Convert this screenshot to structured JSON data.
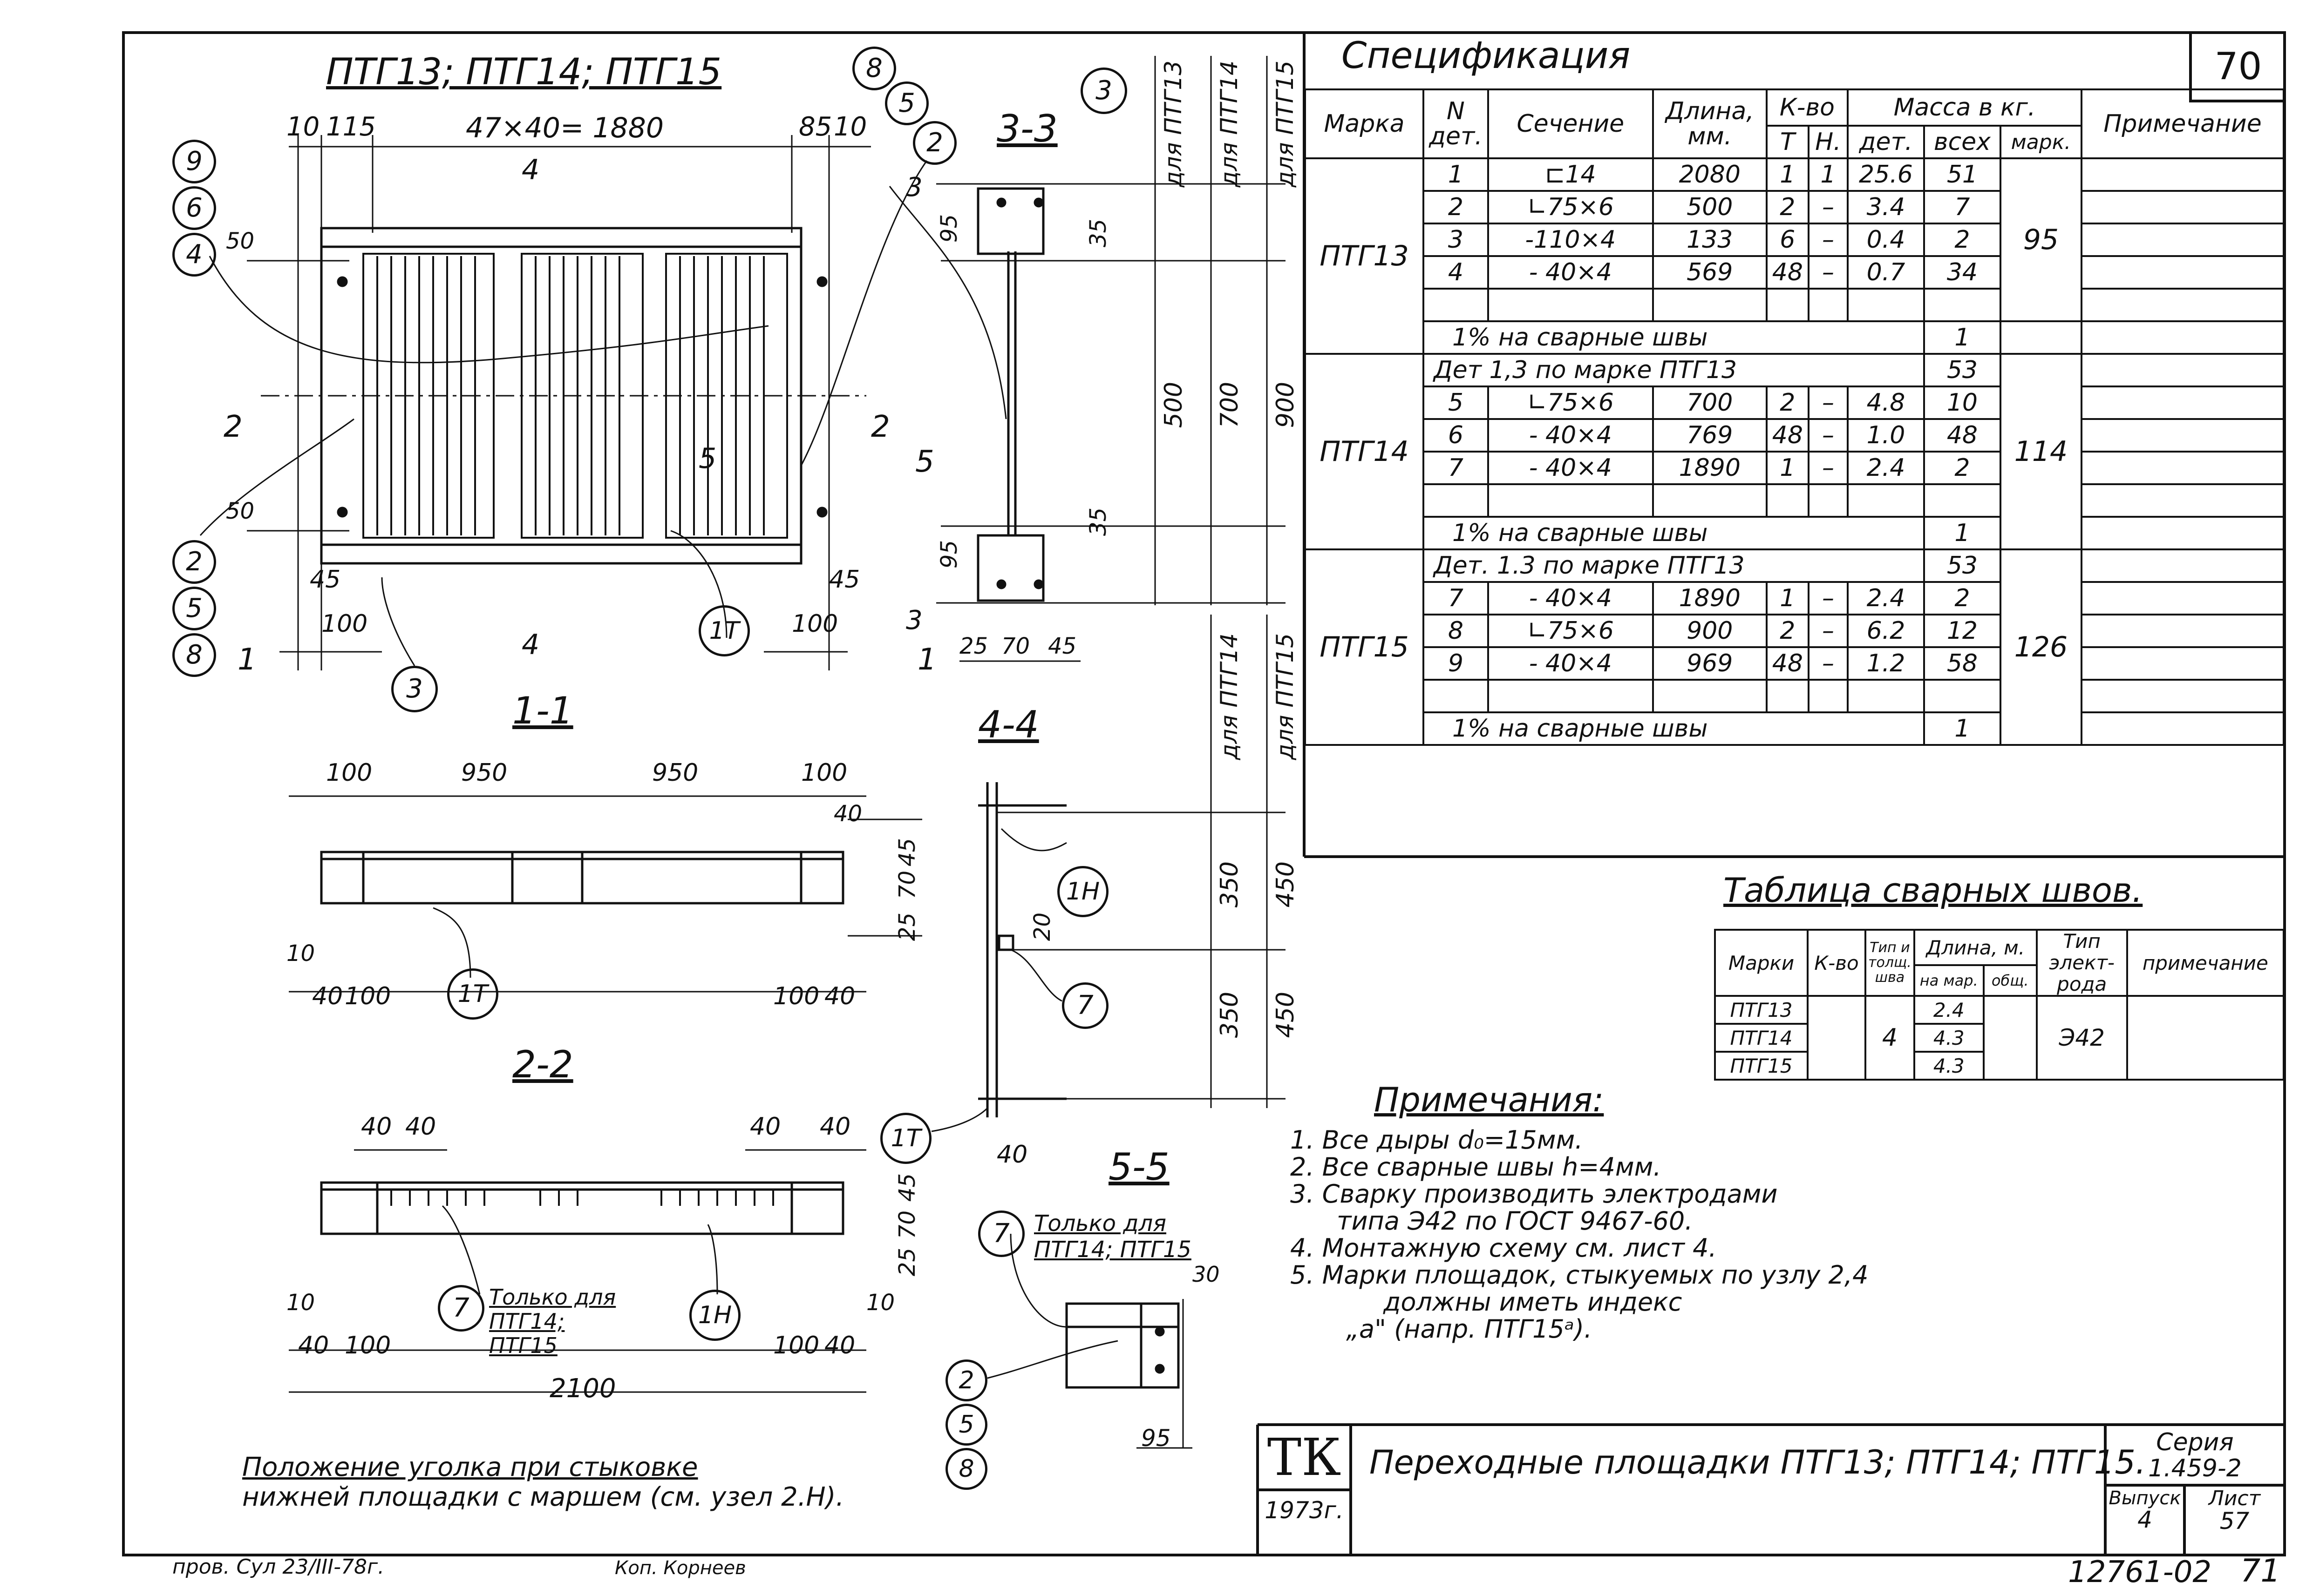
{
  "sheet_number_top": "70",
  "plan": {
    "title": "ПТГ13; ПТГ14; ПТГ15",
    "dims_top": [
      "10",
      "115",
      "47×40= 1880",
      "85",
      "10"
    ],
    "dims_bottom": [
      "45",
      "100",
      "45",
      "100"
    ],
    "dims_side": [
      "50",
      "50"
    ],
    "section_marks": [
      "4",
      "4",
      "2",
      "2",
      "5",
      "5",
      "1",
      "1",
      "3",
      "3"
    ],
    "callouts": [
      "9",
      "6",
      "4",
      "2",
      "5",
      "8",
      "1Т",
      "3",
      "8",
      "5",
      "2",
      "3"
    ]
  },
  "section_1_1": {
    "title": "1-1",
    "dims_top": [
      "100",
      "950",
      "950",
      "100"
    ],
    "dims_bottom": [
      "40",
      "100",
      "100",
      "40"
    ],
    "dims_right": [
      "40",
      "45",
      "70",
      "25"
    ],
    "dim_left": "10",
    "callouts": [
      "1Т"
    ]
  },
  "section_2_2": {
    "title": "2-2",
    "dims_top": [
      "40",
      "40",
      "40",
      "40"
    ],
    "dims_right": [
      "45",
      "70",
      "25"
    ],
    "dims_bottom": [
      "40",
      "100",
      "100",
      "40"
    ],
    "dim_total": "2100",
    "dims_side": [
      "10",
      "10"
    ],
    "callouts": [
      "7",
      "1Н"
    ],
    "note": "Только для ПТГ14; ПТГ15"
  },
  "section_3_3": {
    "title": "3-3",
    "dims": [
      "95",
      "35",
      "95",
      "35",
      "500",
      "700",
      "900",
      "25",
      "70",
      "45"
    ],
    "column_labels": [
      "для ПТГ13",
      "для ПТГ14",
      "для ПТГ15"
    ],
    "callouts": [
      "3"
    ]
  },
  "section_4_4": {
    "title": "4-4",
    "dims": [
      "350",
      "450",
      "350",
      "450",
      "20",
      "40"
    ],
    "column_labels": [
      "для ПТГ14",
      "для ПТГ15"
    ],
    "callouts": [
      "1Н",
      "7",
      "1Т"
    ]
  },
  "section_5_5": {
    "title": "5-5",
    "note": "Только для ПТГ14; ПТГ15",
    "dims": [
      "30",
      "95"
    ],
    "callouts": [
      "7",
      "2",
      "5",
      "8"
    ]
  },
  "bottom_caption": {
    "line1": "Положение уголка при стыковке",
    "line2": "нижней площадки с маршем (см. узел 2.Н)."
  },
  "spec": {
    "title": "Спецификация",
    "headers": {
      "mark": "Марка",
      "det_no": "N дет.",
      "section": "Сечение",
      "length": "Длина, мм.",
      "qty": "К-во",
      "qty_t": "Т",
      "qty_n": "Н.",
      "mass": "Масса в кг.",
      "mass_det": "дет.",
      "mass_all": "всех",
      "mass_mark": "марк.",
      "note": "Примечание"
    },
    "groups": [
      {
        "mark": "ПТГ13",
        "total": "95",
        "rows": [
          {
            "n": "1",
            "section": "⊏14",
            "length": "2080",
            "t": "1",
            "h": "1",
            "det": "25.6",
            "all": "51"
          },
          {
            "n": "2",
            "section": "∟75×6",
            "length": "500",
            "t": "2",
            "h": "–",
            "det": "3.4",
            "all": "7"
          },
          {
            "n": "3",
            "section": "-110×4",
            "length": "133",
            "t": "6",
            "h": "–",
            "det": "0.4",
            "all": "2"
          },
          {
            "n": "4",
            "section": "- 40×4",
            "length": "569",
            "t": "48",
            "h": "–",
            "det": "0.7",
            "all": "34"
          }
        ],
        "footer": {
          "text": "1% на сварные швы",
          "all": "1"
        }
      },
      {
        "mark": "ПТГ14",
        "total": "114",
        "subheader": {
          "text": "Дет 1,3 по марке ПТГ13",
          "all": "53"
        },
        "rows": [
          {
            "n": "5",
            "section": "∟75×6",
            "length": "700",
            "t": "2",
            "h": "–",
            "det": "4.8",
            "all": "10"
          },
          {
            "n": "6",
            "section": "- 40×4",
            "length": "769",
            "t": "48",
            "h": "–",
            "det": "1.0",
            "all": "48"
          },
          {
            "n": "7",
            "section": "- 40×4",
            "length": "1890",
            "t": "1",
            "h": "–",
            "det": "2.4",
            "all": "2"
          }
        ],
        "footer": {
          "text": "1% на сварные швы",
          "all": "1"
        }
      },
      {
        "mark": "ПТГ15",
        "total": "126",
        "subheader": {
          "text": "Дет. 1.3 по марке ПТГ13",
          "all": "53"
        },
        "rows": [
          {
            "n": "7",
            "section": "- 40×4",
            "length": "1890",
            "t": "1",
            "h": "–",
            "det": "2.4",
            "all": "2"
          },
          {
            "n": "8",
            "section": "∟75×6",
            "length": "900",
            "t": "2",
            "h": "–",
            "det": "6.2",
            "all": "12"
          },
          {
            "n": "9",
            "section": "- 40×4",
            "length": "969",
            "t": "48",
            "h": "–",
            "det": "1.2",
            "all": "58"
          }
        ],
        "footer": {
          "text": "1% на сварные швы",
          "all": "1"
        }
      }
    ]
  },
  "weld_table": {
    "title": "Таблица сварных швов.",
    "headers": [
      "Марки",
      "К-во",
      "Тип и толщ. шва",
      "Длина, м.",
      "на мар.",
      "общ.",
      "Тип элект-рода",
      "примечание"
    ],
    "rows": [
      {
        "mark": "ПТГ13",
        "len": "2.4"
      },
      {
        "mark": "ПТГ14",
        "len": "4.3"
      },
      {
        "mark": "ПТГ15",
        "len": "4.3"
      }
    ],
    "weld_type": "4",
    "electrode": "Э42"
  },
  "notes": {
    "title": "Примечания:",
    "items": [
      "1. Все дыры d₀=15мм.",
      "2. Все сварные швы h=4мм.",
      "3. Сварку производить электродами",
      "типа Э42 по ГОСТ 9467-60.",
      "4. Монтажную схему см. лист 4.",
      "5. Марки площадок, стыкуемых по узлу 2,4",
      "должны иметь индекс",
      "„а\" (напр. ПТГ15ᵃ)."
    ]
  },
  "title_block": {
    "logo": "ТК",
    "year": "1973г.",
    "title": "Переходные площадки ПТГ13; ПТГ14; ПТГ15.",
    "series_label": "Серия",
    "series": "1.459-2",
    "issue_label": "Выпуск",
    "issue": "4",
    "sheet_label": "Лист",
    "sheet": "57"
  },
  "footer": {
    "checked": "пров. Сул 23/III-78г.",
    "copied": "Коп. Корнеев",
    "doc_number": "12761-02",
    "page": "71"
  }
}
